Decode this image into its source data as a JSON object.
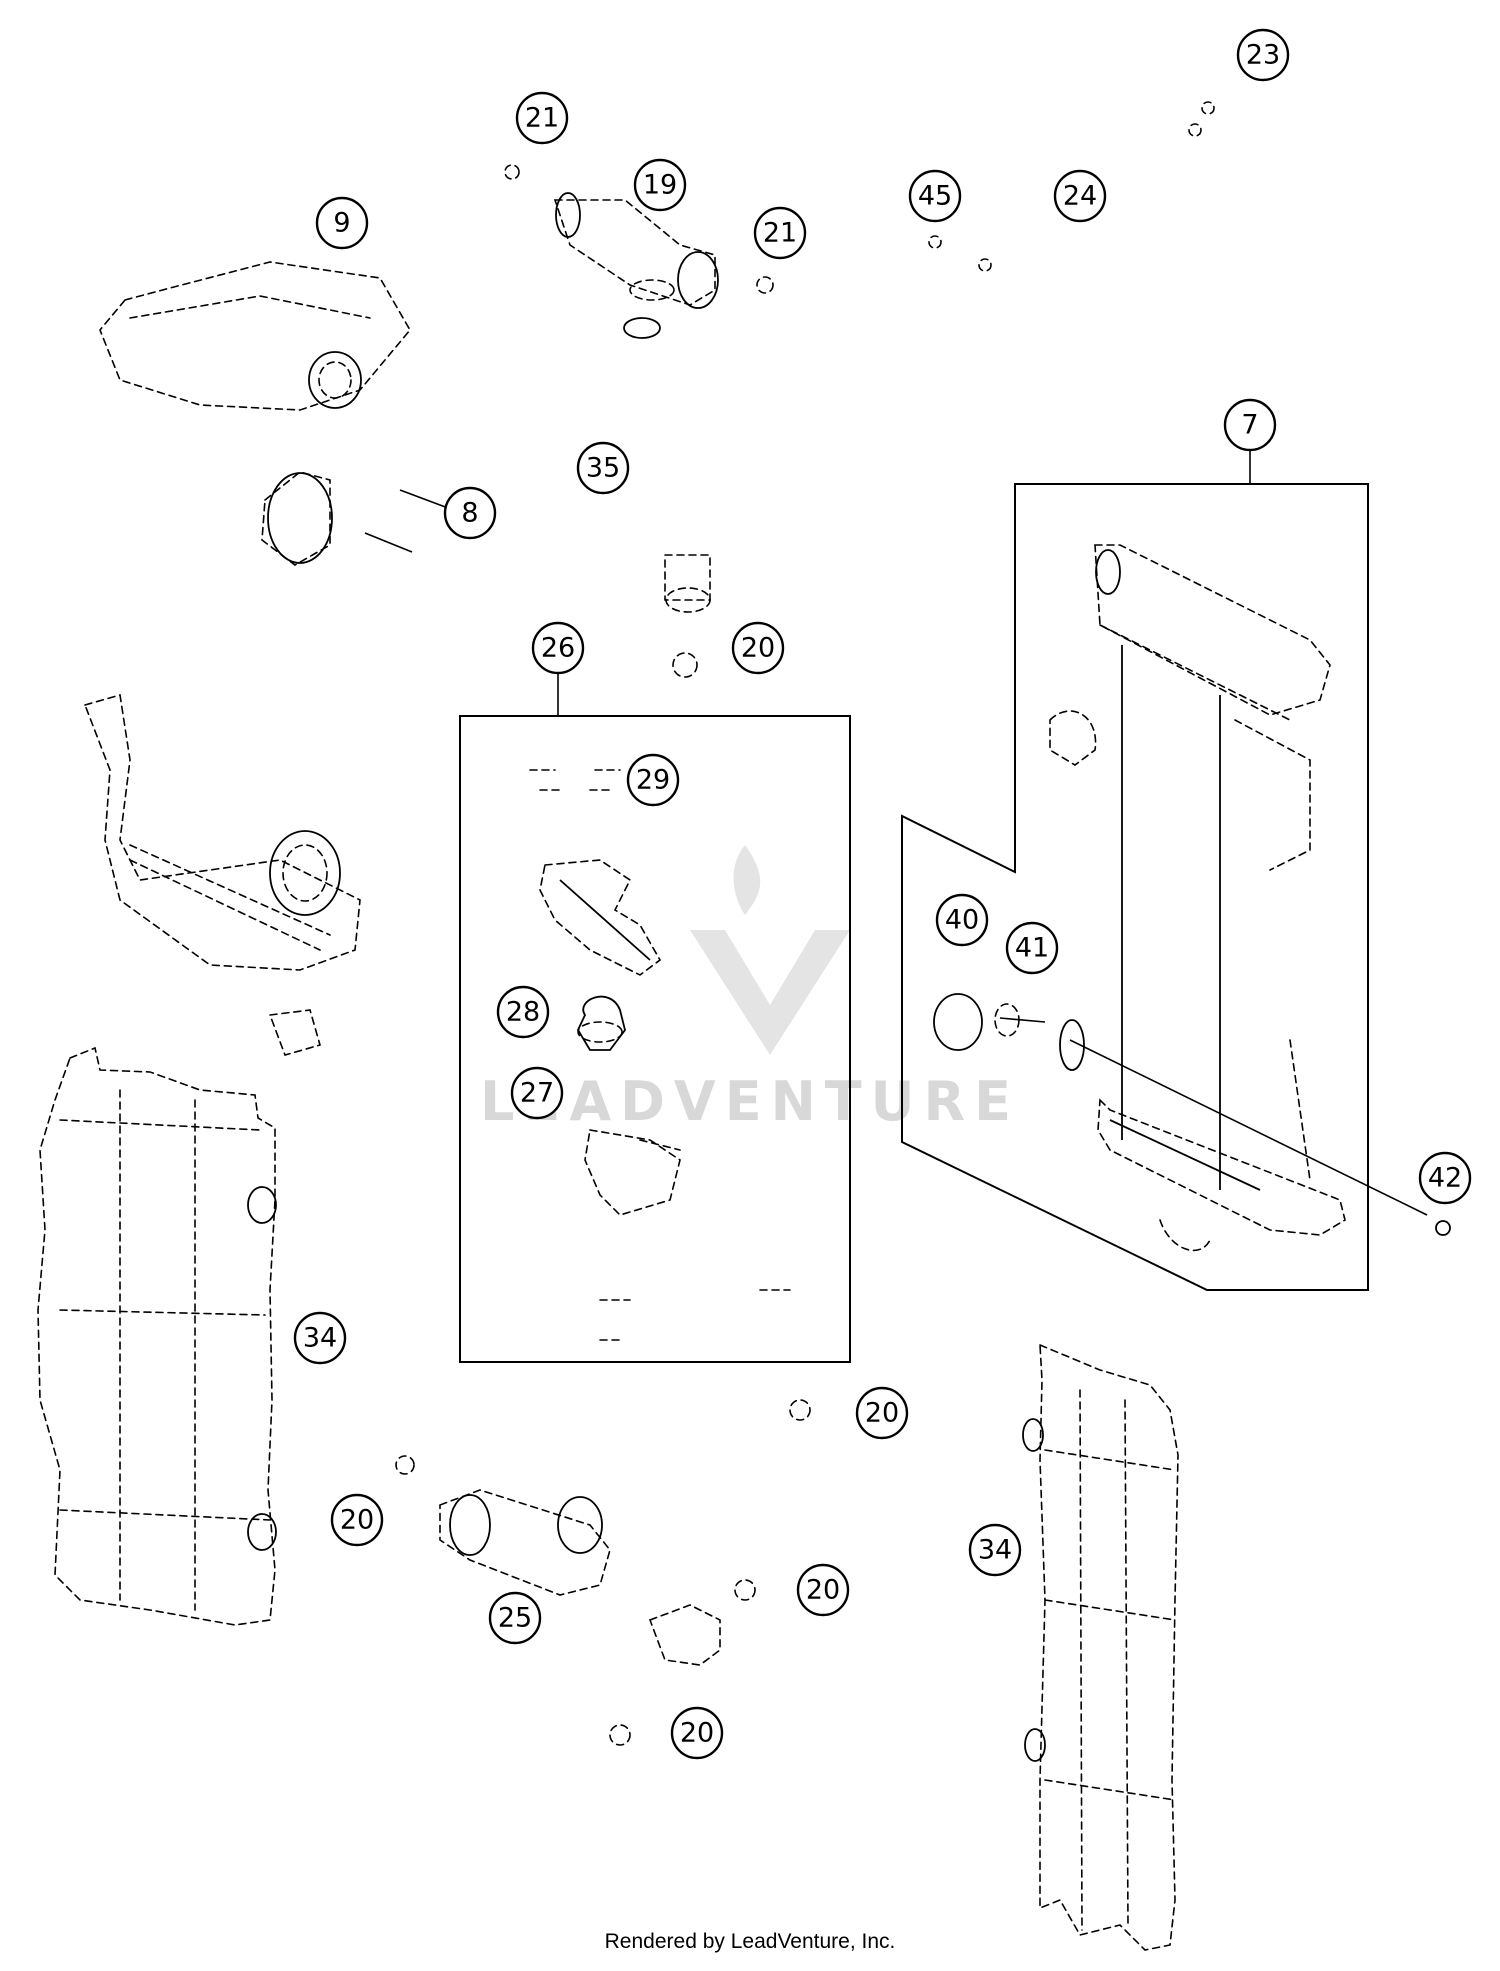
{
  "watermark": {
    "text": "LEADVENTURE"
  },
  "footer": {
    "text": "Rendered by LeadVenture, Inc."
  },
  "callouts": [
    "23",
    "21",
    "19",
    "21",
    "45",
    "24",
    "9",
    "7",
    "35",
    "8",
    "26",
    "20",
    "29",
    "40",
    "41",
    "28",
    "27",
    "42",
    "34",
    "20",
    "34",
    "20",
    "25",
    "20",
    "20"
  ]
}
